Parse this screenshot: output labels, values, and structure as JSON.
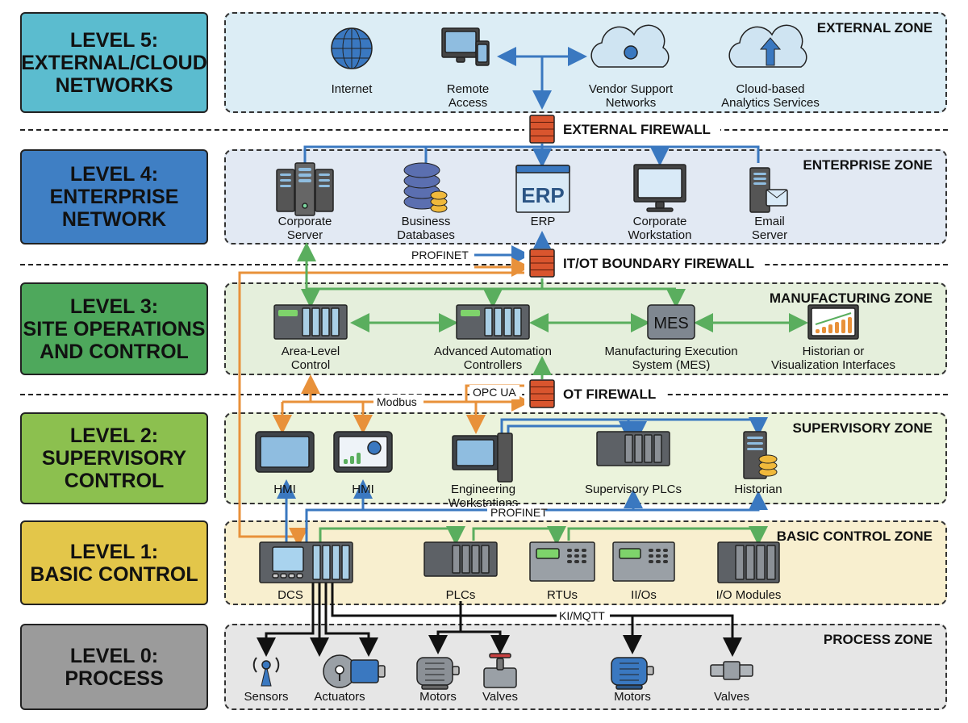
{
  "levels": [
    {
      "label": "LEVEL 5:\nEXTERNAL/CLOUD\nNETWORKS",
      "color": "#5bbccf"
    },
    {
      "label": "LEVEL 4:\nENTERPRISE\nNETWORK",
      "color": "#3f7fc4"
    },
    {
      "label": "LEVEL 3:\nSITE OPERATIONS\nAND CONTROL",
      "color": "#4ea85c"
    },
    {
      "label": "LEVEL 2:\nSUPERVISORY\nCONTROL",
      "color": "#8cc04f"
    },
    {
      "label": "LEVEL 1:\nBASIC CONTROL",
      "color": "#e3c64a"
    },
    {
      "label": "LEVEL 0:\nPROCESS",
      "color": "#9b9b9b"
    }
  ],
  "zones": {
    "external": {
      "title": "EXTERNAL ZONE",
      "nodes": [
        {
          "lines": [
            "Internet"
          ],
          "icon": "globe-icon"
        },
        {
          "lines": [
            "Remote",
            "Access"
          ],
          "icon": "monitor-phone-icon"
        },
        {
          "lines": [
            "Vendor Support",
            "Networks"
          ],
          "icon": "cloud-network-icon"
        },
        {
          "lines": [
            "Cloud-based",
            "Analytics Services"
          ],
          "icon": "cloud-upload-icon"
        }
      ]
    },
    "enterprise": {
      "title": "ENTERPRISE ZONE",
      "nodes": [
        {
          "lines": [
            "Corporate",
            "Server"
          ],
          "icon": "server-icon"
        },
        {
          "lines": [
            "Business",
            "Databases"
          ],
          "icon": "database-icon"
        },
        {
          "lines": [
            "ERP"
          ],
          "icon": "erp-window-icon",
          "icon_text": "ERP"
        },
        {
          "lines": [
            "Corporate",
            "Workstation"
          ],
          "icon": "monitor-icon"
        },
        {
          "lines": [
            "Email",
            "Server"
          ],
          "icon": "email-server-icon"
        }
      ]
    },
    "manufacturing": {
      "title": "MANUFACTURING ZONE",
      "nodes": [
        {
          "lines": [
            "Area-Level",
            "Control"
          ],
          "icon": "controller-rack-icon"
        },
        {
          "lines": [
            "Advanced Automation",
            "Controllers"
          ],
          "icon": "controller-rack-icon"
        },
        {
          "lines": [
            "Manufacturing Execution",
            "System (MES)"
          ],
          "icon": "mes-box-icon",
          "icon_text": "MES"
        },
        {
          "lines": [
            "Historian or",
            "Visualization Interfaces"
          ],
          "icon": "chart-monitor-icon"
        }
      ]
    },
    "supervisory": {
      "title": "SUPERVISORY ZONE",
      "nodes": [
        {
          "lines": [
            "HMI"
          ],
          "icon": "hmi-panel-icon"
        },
        {
          "lines": [
            "HMI"
          ],
          "icon": "hmi-dashboard-icon"
        },
        {
          "lines": [
            "Engineering",
            "Workstations"
          ],
          "icon": "workstation-icon"
        },
        {
          "lines": [
            "Supervisory PLCs"
          ],
          "icon": "plc-rack-icon"
        },
        {
          "lines": [
            "Historian"
          ],
          "icon": "historian-server-icon"
        }
      ]
    },
    "basic": {
      "title": "BASIC CONTROL ZONE",
      "nodes": [
        {
          "lines": [
            "DCS"
          ],
          "icon": "dcs-icon"
        },
        {
          "lines": [
            "PLCs"
          ],
          "icon": "plc-rack-icon"
        },
        {
          "lines": [
            "RTUs"
          ],
          "icon": "rtu-icon"
        },
        {
          "lines": [
            "II/Os"
          ],
          "icon": "io-unit-icon"
        },
        {
          "lines": [
            "I/O Modules"
          ],
          "icon": "io-modules-icon"
        }
      ]
    },
    "process": {
      "title": "PROCESS ZONE",
      "nodes": [
        {
          "lines": [
            "Sensors"
          ],
          "icon": "sensor-icon"
        },
        {
          "lines": [
            "Actuators"
          ],
          "icon": "gauge-actuator-icon"
        },
        {
          "lines": [],
          "icon": "actuator-motor-icon"
        },
        {
          "lines": [
            "Motors"
          ],
          "icon": "motor-icon"
        },
        {
          "lines": [
            "Valves"
          ],
          "icon": "valve-icon"
        },
        {
          "lines": [
            "Motors"
          ],
          "icon": "motor-blue-icon"
        },
        {
          "lines": [
            "Valves"
          ],
          "icon": "valve-small-icon"
        }
      ]
    }
  },
  "firewalls": [
    {
      "label": "EXTERNAL FIREWALL"
    },
    {
      "label": "IT/OT BOUNDARY FIREWALL"
    },
    {
      "label": "OT FIREWALL"
    }
  ],
  "edge_labels": {
    "profinet_top": "PROFINET",
    "modbus": "Modbus",
    "opc_ua": "OPC UA",
    "profinet_bottom": "PROFINET",
    "mqtt": "KI/MQTT"
  },
  "colors": {
    "blue": "#3a78c0",
    "green": "#5aae5e",
    "orange": "#e8913a",
    "black": "#111111",
    "firewall": "#d9552e"
  }
}
